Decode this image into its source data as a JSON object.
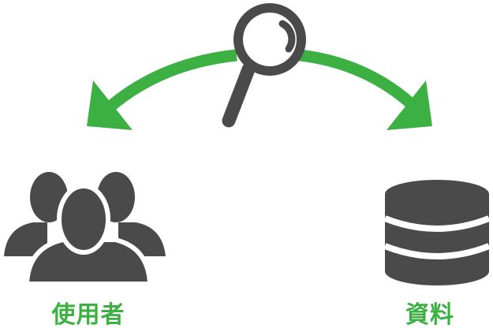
{
  "colors": {
    "accent": "#3cb043",
    "icon": "#4a4a4a",
    "background": "#ffffff"
  },
  "nodes": {
    "users": {
      "label": "使用者",
      "icon": "users-icon"
    },
    "data": {
      "label": "資料",
      "icon": "database-icon"
    }
  },
  "center_icon": "magnifier-icon",
  "arrows": [
    {
      "from": "magnifier-icon",
      "to": "users-icon",
      "direction": "left"
    },
    {
      "from": "magnifier-icon",
      "to": "database-icon",
      "direction": "right"
    }
  ]
}
